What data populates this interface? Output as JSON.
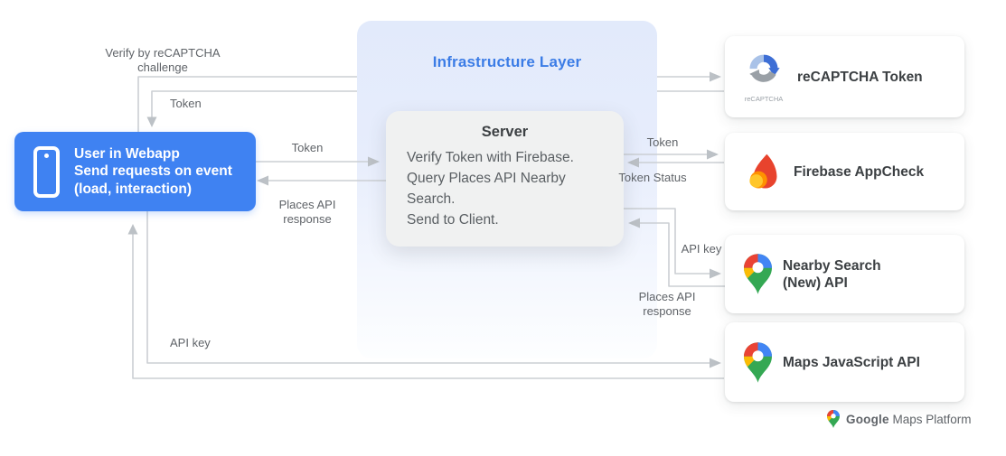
{
  "user_box": {
    "line1": "User in Webapp",
    "line2": "Send requests on event",
    "line3": "(load, interaction)"
  },
  "infrastructure": {
    "title": "Infrastructure Layer"
  },
  "server": {
    "title": "Server",
    "line1": "Verify Token with Firebase.",
    "line2": "Query Places API Nearby Search.",
    "line3": "Send to Client."
  },
  "cards": {
    "recaptcha": {
      "title": "reCAPTCHA Token",
      "icon_caption": "reCAPTCHA"
    },
    "firebase": {
      "title": "Firebase AppCheck"
    },
    "nearby": {
      "title": "Nearby Search (New) API"
    },
    "mapsjs": {
      "title": "Maps JavaScript API"
    }
  },
  "arrow_labels": {
    "verify_l1": "Verify by reCAPTCHA",
    "verify_l2": "challenge",
    "token_top": "Token",
    "token_user_server": "Token",
    "places_resp_left_l1": "Places API",
    "places_resp_left_l2": "response",
    "token_server_firebase": "Token",
    "token_status": "Token Status",
    "api_key_server": "API key",
    "places_resp_right_l1": "Places API",
    "places_resp_right_l2": "response",
    "api_key_user": "API key"
  },
  "footer": {
    "brand": "Google",
    "suffix": " Maps Platform"
  },
  "colors": {
    "accent_blue": "#4285F4",
    "user_box_blue": "#3f82f2",
    "infra_title_blue": "#3b7ce6",
    "infra_panel_top": "#e2eafb",
    "server_gray": "#f0f1f1",
    "line_gray": "#cbcfd3",
    "label_gray": "#5f6368",
    "title_dark": "#3c4043",
    "firebase_red": "#e8432d",
    "firebase_amber": "#ff9100",
    "firebase_yellow": "#ffc62b",
    "pin_red": "#EA4335",
    "pin_blue": "#4285F4",
    "pin_yellow": "#FBBC04",
    "pin_green": "#34A853",
    "recaptcha_blue": "#3d6ed5",
    "recaptcha_gray": "#9aa0a6"
  }
}
